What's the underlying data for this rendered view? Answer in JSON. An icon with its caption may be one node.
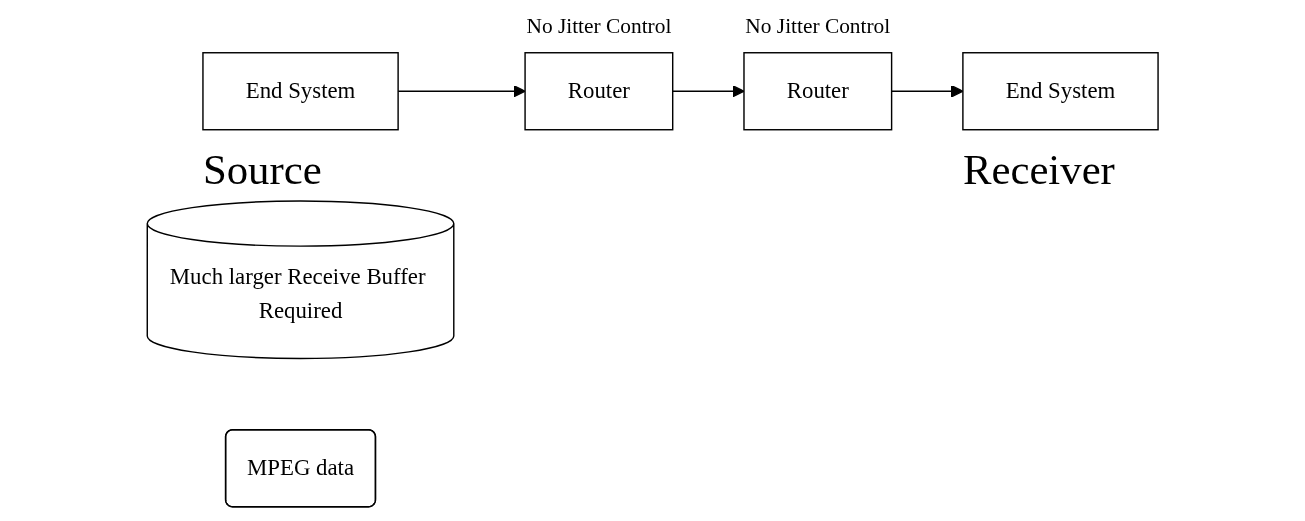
{
  "diagram": {
    "nodes": [
      {
        "text": [
          "End System"
        ],
        "beside": [
          "Source"
        ]
      },
      {
        "text": [
          "Router"
        ],
        "beside": [
          "No Jitter Control"
        ]
      },
      {
        "text": [
          "Router"
        ],
        "beside": [
          "No Jitter Control"
        ]
      },
      {
        "text": [
          "End System"
        ],
        "beside": [
          "Receiver"
        ]
      },
      {
        "text": [
          "Much larger Receive Buffer Required"
        ]
      },
      {
        "text": [
          "MPEG data"
        ]
      }
    ],
    "edges": [
      {
        "from": 0,
        "to": 1,
        "arrow": "to"
      },
      {
        "from": 1,
        "to": 2,
        "arrow": "to"
      },
      {
        "from": 2,
        "to": 3,
        "arrow": "to"
      }
    ]
  }
}
